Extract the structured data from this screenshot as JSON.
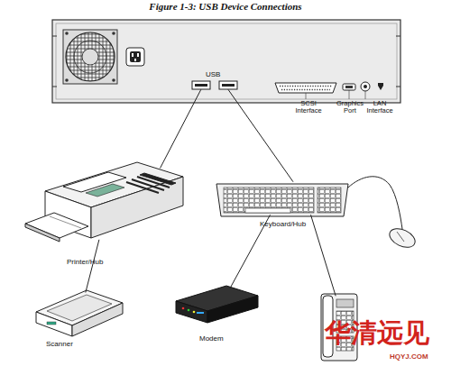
{
  "diagram": {
    "title": "Figure 1-3: USB Device Connections",
    "nodes": [
      {
        "text": [
          "USB"
        ]
      },
      {
        "text": [
          "Printer/Hub"
        ]
      },
      {
        "text": [
          "Keyboard/Hub"
        ]
      },
      {
        "text": [
          "Scanner"
        ]
      },
      {
        "text": [
          "Modem"
        ]
      },
      {
        "text": []
      }
    ],
    "edges": [
      {
        "from": 0,
        "to": 1,
        "arrow": "none"
      },
      {
        "from": 0,
        "to": 2,
        "arrow": "none"
      },
      {
        "from": 1,
        "to": 3,
        "arrow": "none"
      },
      {
        "from": 2,
        "to": 4,
        "arrow": "none"
      },
      {
        "from": 2,
        "to": 5,
        "arrow": "none"
      }
    ],
    "labels": [
      "SCSI Interface",
      "Graphics Port",
      "LAN Interface",
      "华清远见",
      "HQYJ.COM"
    ]
  }
}
